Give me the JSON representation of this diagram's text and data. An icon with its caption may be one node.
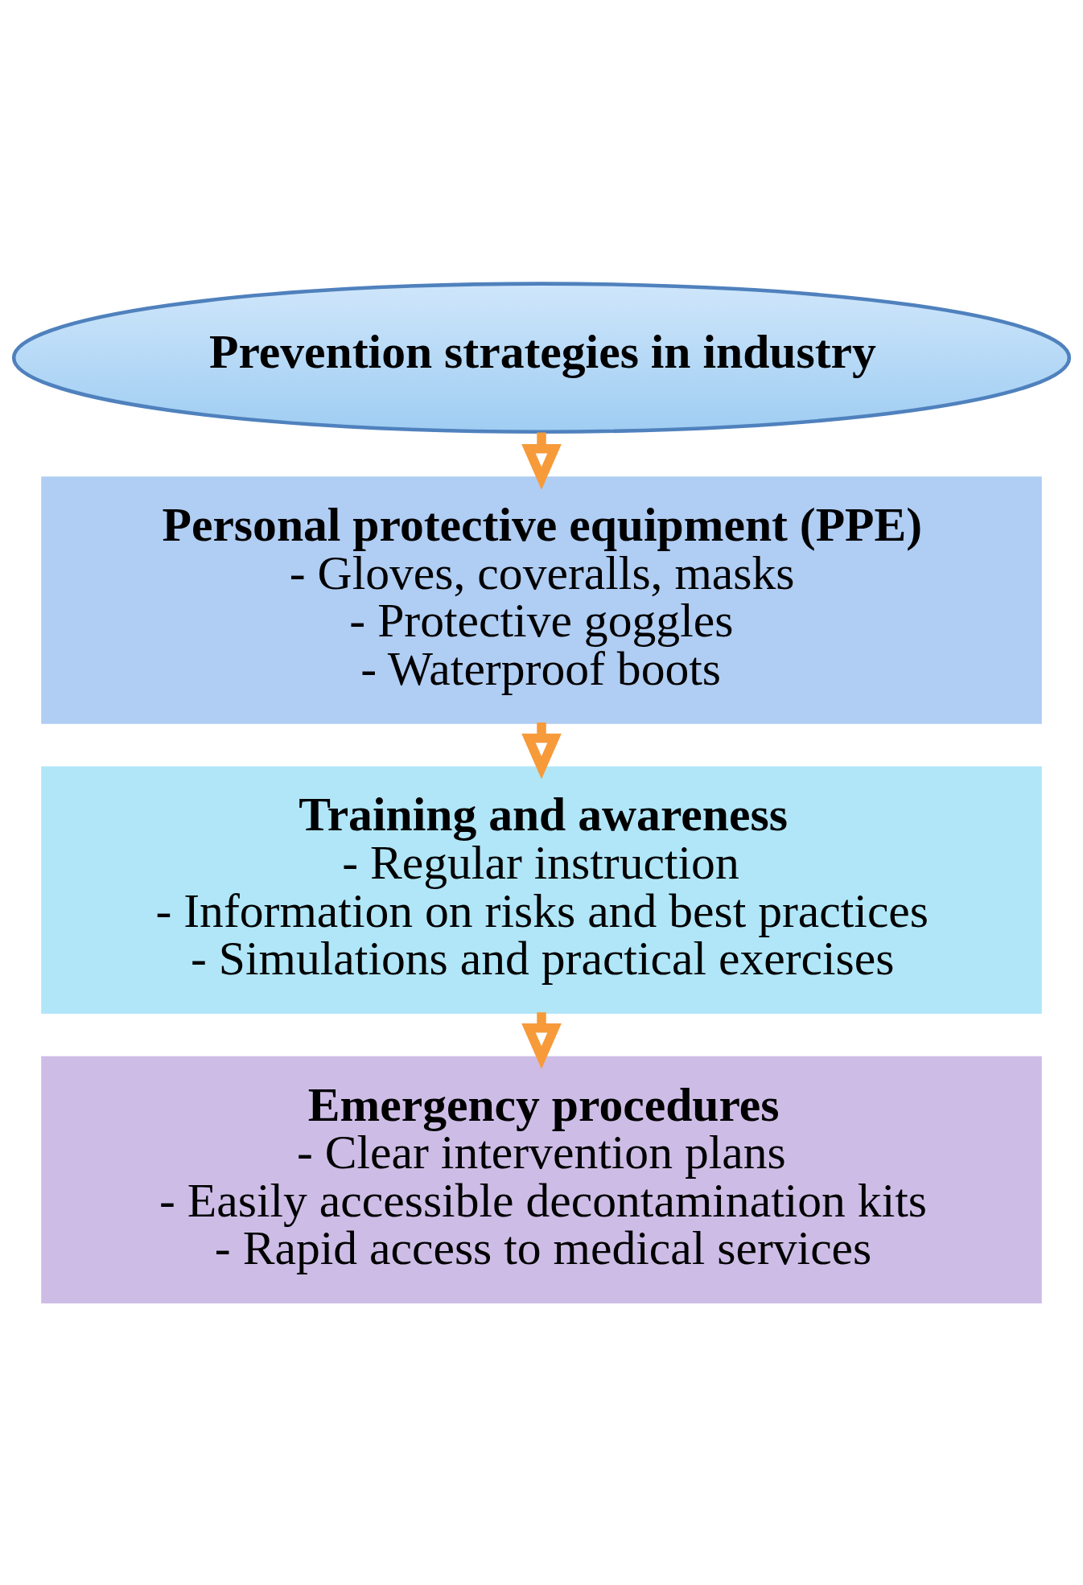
{
  "diagram": {
    "nodes": [
      {
        "text": [
          "Prevention strategies in industry"
        ]
      },
      {
        "text": [
          "Personal protective equipment (PPE)",
          "- Gloves, coveralls, masks",
          "- Protective goggles",
          "- Waterproof boots"
        ]
      },
      {
        "text": [
          "Training and awareness",
          "- Regular instruction",
          "- Information on risks and best practices",
          "- Simulations and practical exercises"
        ]
      },
      {
        "text": [
          "Emergency procedures",
          "- Clear intervention plans",
          "- Easily accessible decontamination kits",
          "- Rapid access to medical services"
        ]
      }
    ],
    "edges": [
      {
        "from": 0,
        "to": 1,
        "arrow": "to"
      },
      {
        "from": 1,
        "to": 2,
        "arrow": "to"
      },
      {
        "from": 2,
        "to": 3,
        "arrow": "to"
      }
    ]
  }
}
